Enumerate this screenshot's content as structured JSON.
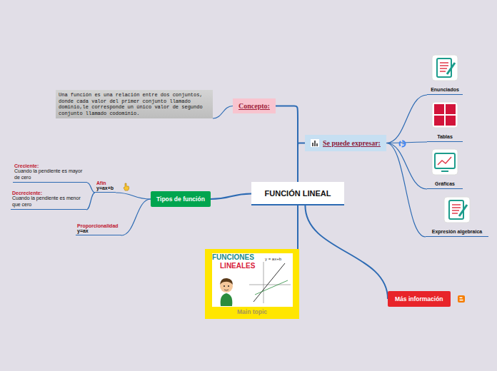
{
  "diagram": {
    "nodes": [
      {
        "text": [
          "FUNCIÓN LINEAL"
        ]
      },
      {
        "text": [
          "Concepto:"
        ]
      },
      {
        "text": [
          "Una función es una relación entre dos conjuntos, donde cada valor del primer conjunto llamado dominio,le corresponde un único valor de segundo conjunto llamado codominio."
        ]
      },
      {
        "text": [
          "Se puede expresar:"
        ]
      },
      {
        "text": [
          "Enunciados"
        ]
      },
      {
        "text": [
          "Tablas"
        ]
      },
      {
        "text": [
          "Gráficas"
        ]
      },
      {
        "text": [
          "Expresión algebraica"
        ]
      },
      {
        "text": [
          "Tipos de función"
        ]
      },
      {
        "text": [
          "Afín",
          "y=ax+b"
        ]
      },
      {
        "text": [
          "Creciente:",
          "Cuando la pendiente es mayor de cero"
        ]
      },
      {
        "text": [
          "Decreciente:",
          "Cuando la pendiente es menor que cero"
        ]
      },
      {
        "text": [
          "Proporcionalidad",
          "y=ax"
        ]
      },
      {
        "text": [
          "Main topic"
        ]
      },
      {
        "text": [
          "Más información"
        ]
      }
    ],
    "edges": [
      {
        "from": 0,
        "to": 1,
        "arrow": "none"
      },
      {
        "from": 1,
        "to": 2,
        "arrow": "none"
      },
      {
        "from": 0,
        "to": 3,
        "arrow": "none"
      },
      {
        "from": 3,
        "to": 4,
        "arrow": "none"
      },
      {
        "from": 3,
        "to": 5,
        "arrow": "none"
      },
      {
        "from": 3,
        "to": 6,
        "arrow": "none"
      },
      {
        "from": 3,
        "to": 7,
        "arrow": "none"
      },
      {
        "from": 0,
        "to": 8,
        "arrow": "none"
      },
      {
        "from": 8,
        "to": 9,
        "arrow": "none"
      },
      {
        "from": 9,
        "to": 10,
        "arrow": "none"
      },
      {
        "from": 9,
        "to": 11,
        "arrow": "none"
      },
      {
        "from": 8,
        "to": 12,
        "arrow": "none"
      },
      {
        "from": 0,
        "to": 13,
        "arrow": "none"
      },
      {
        "from": 0,
        "to": 14,
        "arrow": "none"
      }
    ],
    "labels": [
      "FUNCIONES",
      "LINEALES",
      "y = ax+b"
    ]
  }
}
